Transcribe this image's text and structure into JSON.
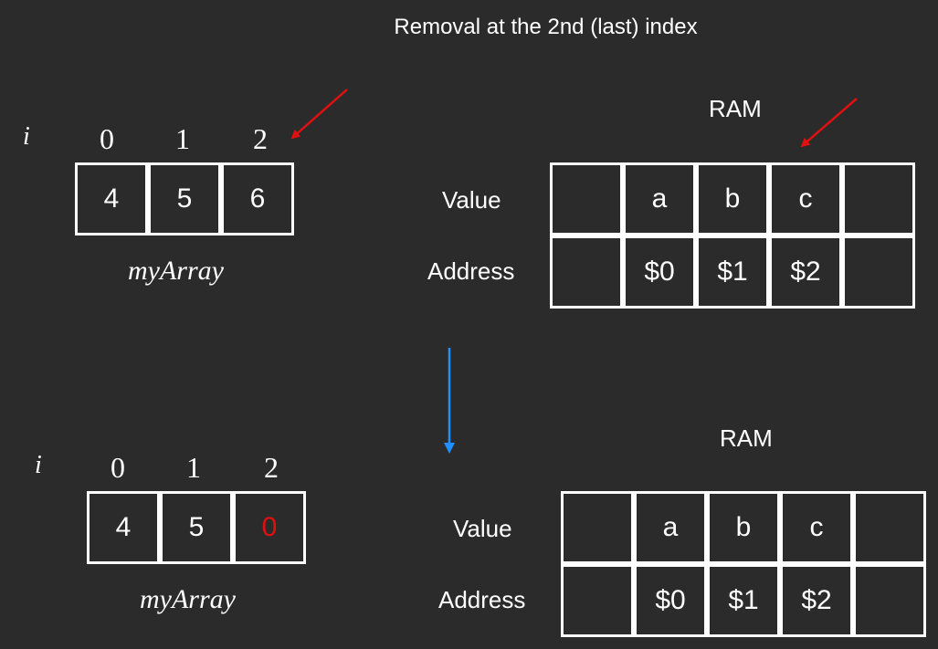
{
  "title": "Removal at the 2nd (last) index",
  "before": {
    "index_label": "i",
    "indices": [
      "0",
      "1",
      "2"
    ],
    "cells": [
      "4",
      "5",
      "6"
    ],
    "array_name": "myArray",
    "ram": {
      "title": "RAM",
      "value_label": "Value",
      "address_label": "Address",
      "values": [
        "",
        "a",
        "b",
        "c",
        ""
      ],
      "addresses": [
        "",
        "$0",
        "$1",
        "$2",
        ""
      ]
    }
  },
  "after": {
    "index_label": "i",
    "indices": [
      "0",
      "1",
      "2"
    ],
    "cells": [
      "4",
      "5",
      "0"
    ],
    "highlight_cell": 2,
    "array_name": "myArray",
    "ram": {
      "title": "RAM",
      "value_label": "Value",
      "address_label": "Address",
      "values": [
        "",
        "a",
        "b",
        "c",
        ""
      ],
      "addresses": [
        "",
        "$0",
        "$1",
        "$2",
        ""
      ]
    }
  },
  "colors": {
    "background": "#2b2b2b",
    "pointer_arrow": "#e01010",
    "transition_arrow": "#1e90ff",
    "removed_value": "#e01010"
  }
}
